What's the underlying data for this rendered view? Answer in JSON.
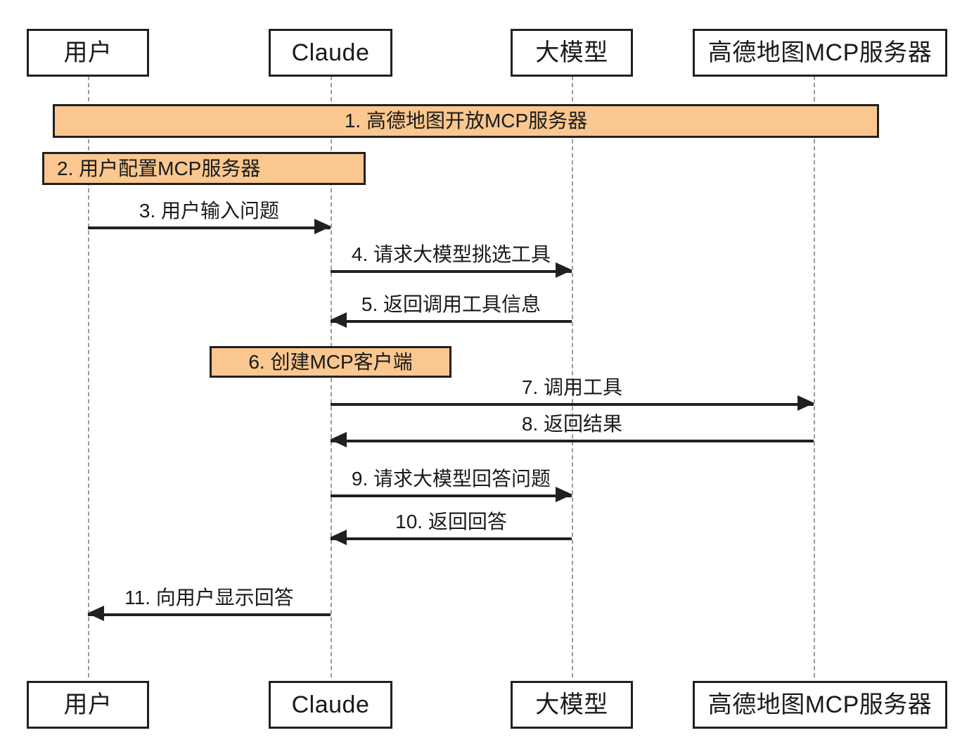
{
  "diagram": {
    "type": "sequence-diagram",
    "title": "",
    "colors": {
      "note_fill": "#f9c78f",
      "note_border": "#231f20",
      "participant_border": "#231f20",
      "lifeline": "#9c9c9c",
      "arrow": "#231f20",
      "background": "#ffffff"
    },
    "participants": [
      {
        "id": "user",
        "label": "用户"
      },
      {
        "id": "claude",
        "label": "Claude"
      },
      {
        "id": "llm",
        "label": "大模型"
      },
      {
        "id": "amap",
        "label": "高德地图MCP服务器"
      }
    ],
    "notes": [
      {
        "id": "note1",
        "label": "1. 高德地图开放MCP服务器",
        "align": "center"
      },
      {
        "id": "note2",
        "label": "2. 用户配置MCP服务器",
        "align": "left"
      },
      {
        "id": "note6",
        "label": "6. 创建MCP客户端",
        "align": "center"
      }
    ],
    "messages": [
      {
        "id": "m3",
        "label": "3. 用户输入问题",
        "from": "user",
        "to": "claude",
        "direction": "right"
      },
      {
        "id": "m4",
        "label": "4. 请求大模型挑选工具",
        "from": "claude",
        "to": "llm",
        "direction": "right"
      },
      {
        "id": "m5",
        "label": "5. 返回调用工具信息",
        "from": "llm",
        "to": "claude",
        "direction": "left"
      },
      {
        "id": "m7",
        "label": "7. 调用工具",
        "from": "claude",
        "to": "amap",
        "direction": "right"
      },
      {
        "id": "m8",
        "label": "8. 返回结果",
        "from": "amap",
        "to": "claude",
        "direction": "left"
      },
      {
        "id": "m9",
        "label": "9. 请求大模型回答问题",
        "from": "claude",
        "to": "llm",
        "direction": "right"
      },
      {
        "id": "m10",
        "label": "10. 返回回答",
        "from": "llm",
        "to": "claude",
        "direction": "left"
      },
      {
        "id": "m11",
        "label": "11. 向用户显示回答",
        "from": "claude",
        "to": "user",
        "direction": "left"
      }
    ],
    "footer_participants": [
      {
        "id": "user-bottom",
        "label": "用户"
      },
      {
        "id": "claude-bottom",
        "label": "Claude"
      },
      {
        "id": "llm-bottom",
        "label": "大模型"
      },
      {
        "id": "amap-bottom",
        "label": "高德地图MCP服务器"
      }
    ]
  }
}
